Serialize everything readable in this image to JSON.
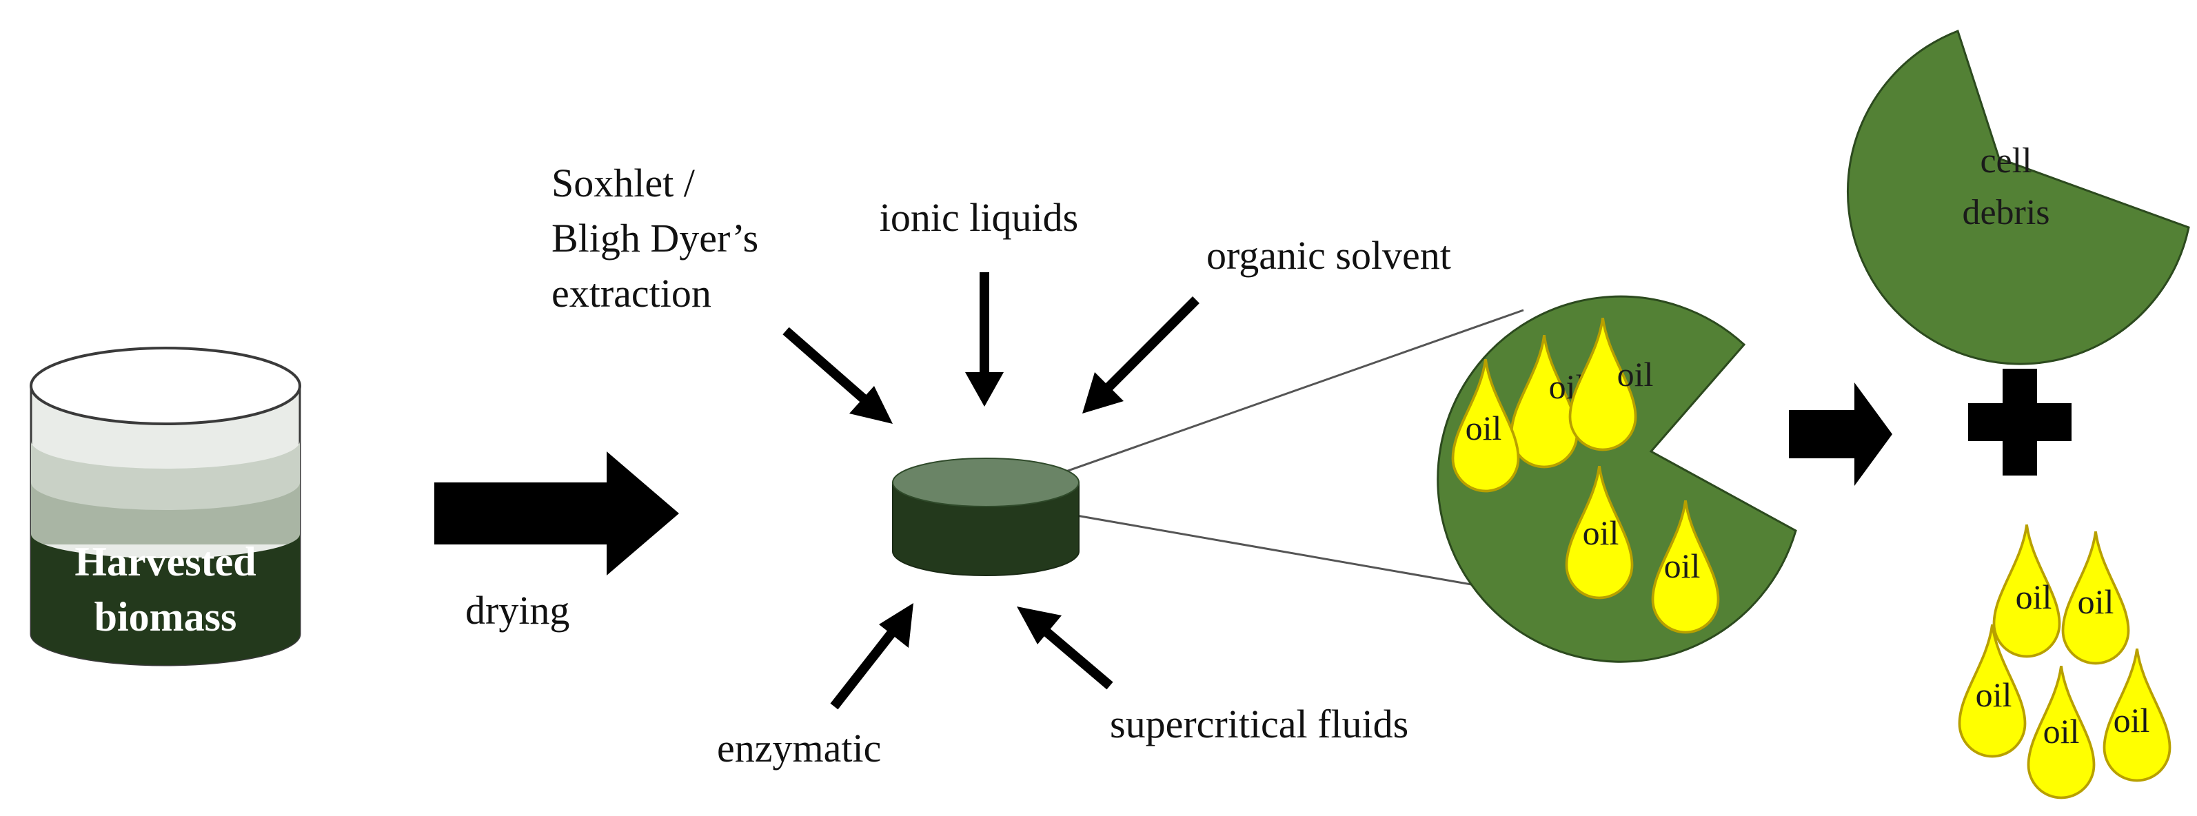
{
  "colors": {
    "dark_green": "#23391c",
    "cell_green": "#538135",
    "oil_yellow": "#ffff00",
    "oil_outline": "#b8a000",
    "arrow": "#000000"
  },
  "beaker": {
    "label_line1": "Harvested",
    "label_line2": "biomass"
  },
  "step": {
    "drying_label": "drying"
  },
  "methods": {
    "soxhlet_line1": "Soxhlet /",
    "soxhlet_line2": "Bligh Dyer’s",
    "soxhlet_line3": "extraction",
    "ionic": "ionic liquids",
    "organic": "organic solvent",
    "enzymatic": "enzymatic",
    "supercritical": "supercritical fluids"
  },
  "cell": {
    "oil_label": "oil"
  },
  "products": {
    "debris_line1": "cell",
    "debris_line2": "debris",
    "oil_label": "oil"
  },
  "icons": [
    "beaker-icon",
    "arrow-right-icon",
    "biomass-disc-icon",
    "cell-icon",
    "oil-droplet-icon",
    "plus-icon",
    "cell-debris-icon"
  ]
}
